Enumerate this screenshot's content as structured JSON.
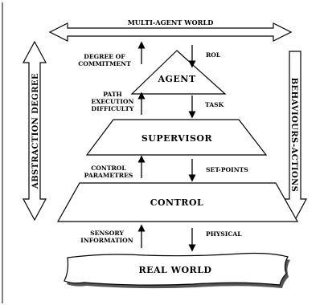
{
  "top_banner": "MULTI-AGENT WORLD",
  "left_banner": "ABSTRACTION DEGREE",
  "right_banner": "BEHAVIOURS-ACTIONS",
  "levels": {
    "agent": "AGENT",
    "supervisor": "SUPERVISOR",
    "control": "CONTROL",
    "real_world": "REAL WORLD"
  },
  "up_labels": {
    "commitment": [
      "DEGREE OF",
      "COMMITMENT"
    ],
    "difficulty": [
      "PATH",
      "EXECUTION",
      "DIFFICULTY"
    ],
    "parameters": [
      "CONTROL",
      "PARAMETRES"
    ],
    "sensory": [
      "SENSORY",
      "INFORMATION"
    ]
  },
  "down_labels": {
    "rol": "ROL",
    "task": "TASK",
    "setpoints": "SET-POINTS",
    "physical": "PHYSICAL"
  }
}
